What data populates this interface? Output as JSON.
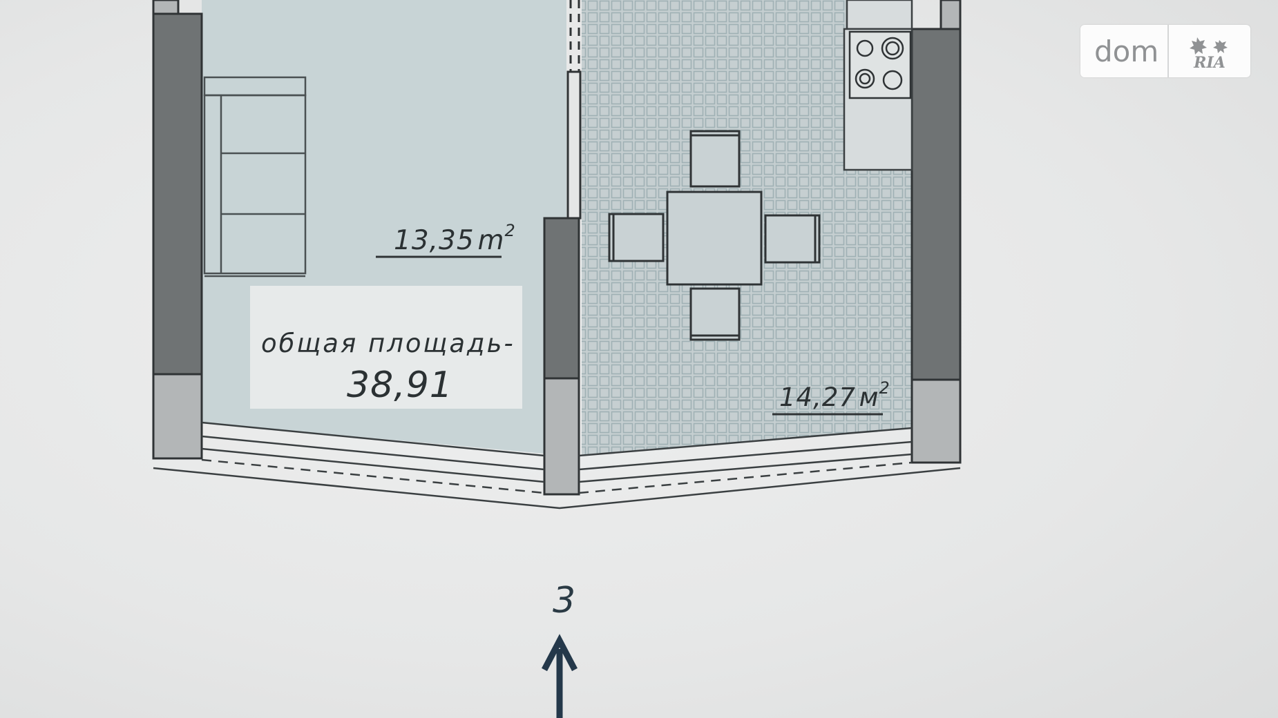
{
  "rooms": {
    "bedroom": {
      "area_number": "13,35",
      "area_unit": "m",
      "area_exp": "2"
    },
    "kitchen": {
      "area_number": "14,27",
      "area_unit": "м",
      "area_exp": "2"
    }
  },
  "total": {
    "label": "общая площадь-",
    "value": "38,91"
  },
  "view_marker": {
    "number": "3",
    "icon": "arrow-up-icon"
  },
  "watermark": {
    "left_text": "dom",
    "right_text": "RIA"
  },
  "colors": {
    "paper": "#e9eaea",
    "room_fill": "#c9d5d7",
    "wall_dark": "#6f7374",
    "wall_light": "#b3b6b7",
    "line": "#3a3f41",
    "arrow": "#24384a"
  }
}
